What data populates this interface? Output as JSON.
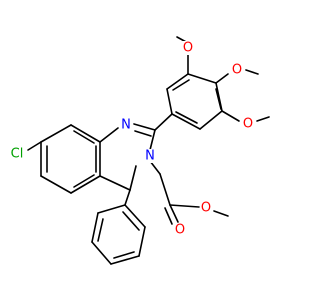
{
  "structure": {
    "atoms": [
      {
        "id": "n1",
        "label": "N",
        "color": "#0000ff"
      },
      {
        "id": "n3",
        "label": "N",
        "color": "#0000ff"
      },
      {
        "id": "cl",
        "label": "Cl",
        "color": "#00a000"
      },
      {
        "id": "o_ar1",
        "label": "O",
        "color": "#ff0000"
      },
      {
        "id": "o_ar2",
        "label": "O",
        "color": "#ff0000"
      },
      {
        "id": "o_ar3",
        "label": "O",
        "color": "#ff0000"
      },
      {
        "id": "o_carbonyl",
        "label": "O",
        "color": "#ff0000"
      },
      {
        "id": "o_ester",
        "label": "O",
        "color": "#ff0000"
      }
    ]
  }
}
